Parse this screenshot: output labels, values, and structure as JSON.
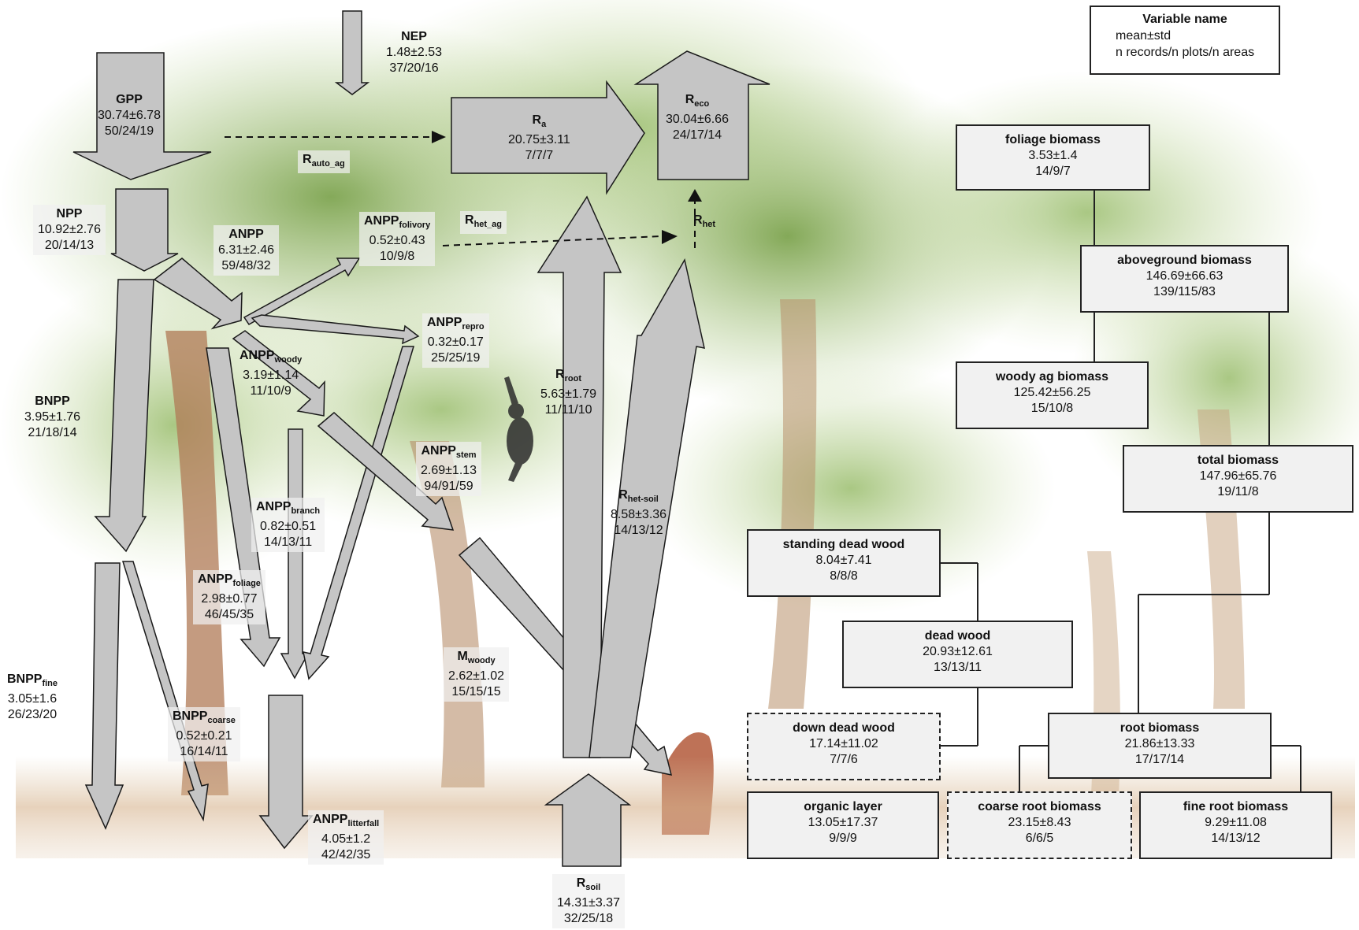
{
  "legend": {
    "title": "Variable name",
    "line1": "mean±std",
    "line2": "n records/n plots/n areas"
  },
  "flux": {
    "nep": {
      "name": "NEP",
      "mean": "1.48±2.53",
      "n": "37/20/16"
    },
    "gpp": {
      "name": "GPP",
      "mean": "30.74±6.78",
      "n": "50/24/19"
    },
    "ra": {
      "name": "R",
      "sub": "a",
      "mean": "20.75±3.11",
      "n": "7/7/7"
    },
    "reco": {
      "name": "R",
      "sub": "eco",
      "mean": "30.04±6.66",
      "n": "24/17/14"
    },
    "rauto_ag": {
      "name": "R",
      "sub": "auto_ag"
    },
    "npp": {
      "name": "NPP",
      "mean": "10.92±2.76",
      "n": "20/14/13"
    },
    "anpp": {
      "name": "ANPP",
      "mean": "6.31±2.46",
      "n": "59/48/32"
    },
    "anpp_folivory": {
      "name": "ANPP",
      "sub": "folivory",
      "mean": "0.52±0.43",
      "n": "10/9/8"
    },
    "rhet_ag": {
      "name": "R",
      "sub": "het_ag"
    },
    "rhet": {
      "name": "R",
      "sub": "het"
    },
    "anpp_repro": {
      "name": "ANPP",
      "sub": "repro",
      "mean": "0.32±0.17",
      "n": "25/25/19"
    },
    "anpp_woody": {
      "name": "ANPP",
      "sub": "woody",
      "mean": "3.19±1.14",
      "n": "11/10/9"
    },
    "rroot": {
      "name": "R",
      "sub": "root",
      "mean": "5.63±1.79",
      "n": "11/11/10"
    },
    "bnpp": {
      "name": "BNPP",
      "mean": "3.95±1.76",
      "n": "21/18/14"
    },
    "anpp_stem": {
      "name": "ANPP",
      "sub": "stem",
      "mean": "2.69±1.13",
      "n": "94/91/59"
    },
    "rhet_soil": {
      "name": "R",
      "sub": "het-soil",
      "mean": "8.58±3.36",
      "n": "14/13/12"
    },
    "anpp_branch": {
      "name": "ANPP",
      "sub": "branch",
      "mean": "0.82±0.51",
      "n": "14/13/11"
    },
    "anpp_foliage": {
      "name": "ANPP",
      "sub": "foliage",
      "mean": "2.98±0.77",
      "n": "46/45/35"
    },
    "mwoody": {
      "name": "M",
      "sub": "woody",
      "mean": "2.62±1.02",
      "n": "15/15/15"
    },
    "bnpp_fine": {
      "name": "BNPP",
      "sub": "fine",
      "mean": "3.05±1.6",
      "n": "26/23/20"
    },
    "bnpp_coarse": {
      "name": "BNPP",
      "sub": "coarse",
      "mean": "0.52±0.21",
      "n": "16/14/11"
    },
    "anpp_litterfall": {
      "name": "ANPP",
      "sub": "litterfall",
      "mean": "4.05±1.2",
      "n": "42/42/35"
    },
    "rsoil": {
      "name": "R",
      "sub": "soil",
      "mean": "14.31±3.37",
      "n": "32/25/18"
    }
  },
  "stocks": {
    "foliage_biomass": {
      "name": "foliage biomass",
      "mean": "3.53±1.4",
      "n": "14/9/7"
    },
    "aboveground_biomass": {
      "name": "aboveground biomass",
      "mean": "146.69±66.63",
      "n": "139/115/83"
    },
    "woody_ag_biomass": {
      "name": "woody ag biomass",
      "mean": "125.42±56.25",
      "n": "15/10/8"
    },
    "total_biomass": {
      "name": "total biomass",
      "mean": "147.96±65.76",
      "n": "19/11/8"
    },
    "standing_dead_wood": {
      "name": "standing dead wood",
      "mean": "8.04±7.41",
      "n": "8/8/8"
    },
    "dead_wood": {
      "name": "dead wood",
      "mean": "20.93±12.61",
      "n": "13/13/11"
    },
    "down_dead_wood": {
      "name": "down dead wood",
      "mean": "17.14±11.02",
      "n": "7/7/6"
    },
    "root_biomass": {
      "name": "root biomass",
      "mean": "21.86±13.33",
      "n": "17/17/14"
    },
    "organic_layer": {
      "name": "organic layer",
      "mean": "13.05±17.37",
      "n": "9/9/9"
    },
    "coarse_root_biomass": {
      "name": "coarse root biomass",
      "mean": "23.15±8.43",
      "n": "6/6/5"
    },
    "fine_root_biomass": {
      "name": "fine root biomass",
      "mean": "9.29±11.08",
      "n": "14/13/12"
    }
  }
}
